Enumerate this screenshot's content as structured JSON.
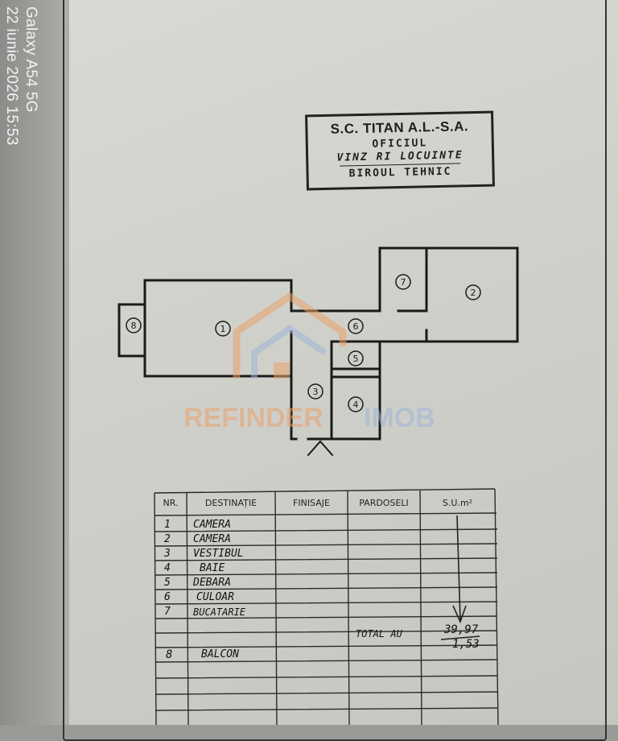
{
  "overlay": {
    "device": "Galaxy A54 5G",
    "datetime": "22 iunie 2026 15:53"
  },
  "stamp": {
    "line1": "S.C. TITAN A.L.-S.A.",
    "line2": "OFICIUL",
    "line3": "VINZ RI LOCUINTE",
    "line4": "BIROUL TEHNIC"
  },
  "plan": {
    "room_labels": [
      "8",
      "1",
      "6",
      "3",
      "5",
      "4",
      "7",
      "2"
    ]
  },
  "watermark": {
    "text_left": "REFINDER",
    "text_right": "IMOB",
    "color_left": "#e8a26a",
    "color_right": "#9db6d6"
  },
  "table": {
    "headers": [
      "NR.",
      "DESTINAȚIE",
      "FINISAJE",
      "PARDOSELI",
      "S.U.m²"
    ],
    "rows": [
      {
        "nr": "1",
        "destinatie": "CAMERA"
      },
      {
        "nr": "2",
        "destinatie": "CAMERA"
      },
      {
        "nr": "3",
        "destinatie": "VESTIBUL"
      },
      {
        "nr": "4",
        "destinatie": "BAIE"
      },
      {
        "nr": "5",
        "destinatie": "DEBARA"
      },
      {
        "nr": "6",
        "destinatie": "CULOAR"
      },
      {
        "nr": "7",
        "destinatie": "BUCATARIE"
      }
    ],
    "total_label": "TOTAL AU",
    "total_value": "39,97",
    "balcon_value": "1,53",
    "balcon_nr": "8",
    "balcon_name": "BALCON"
  }
}
